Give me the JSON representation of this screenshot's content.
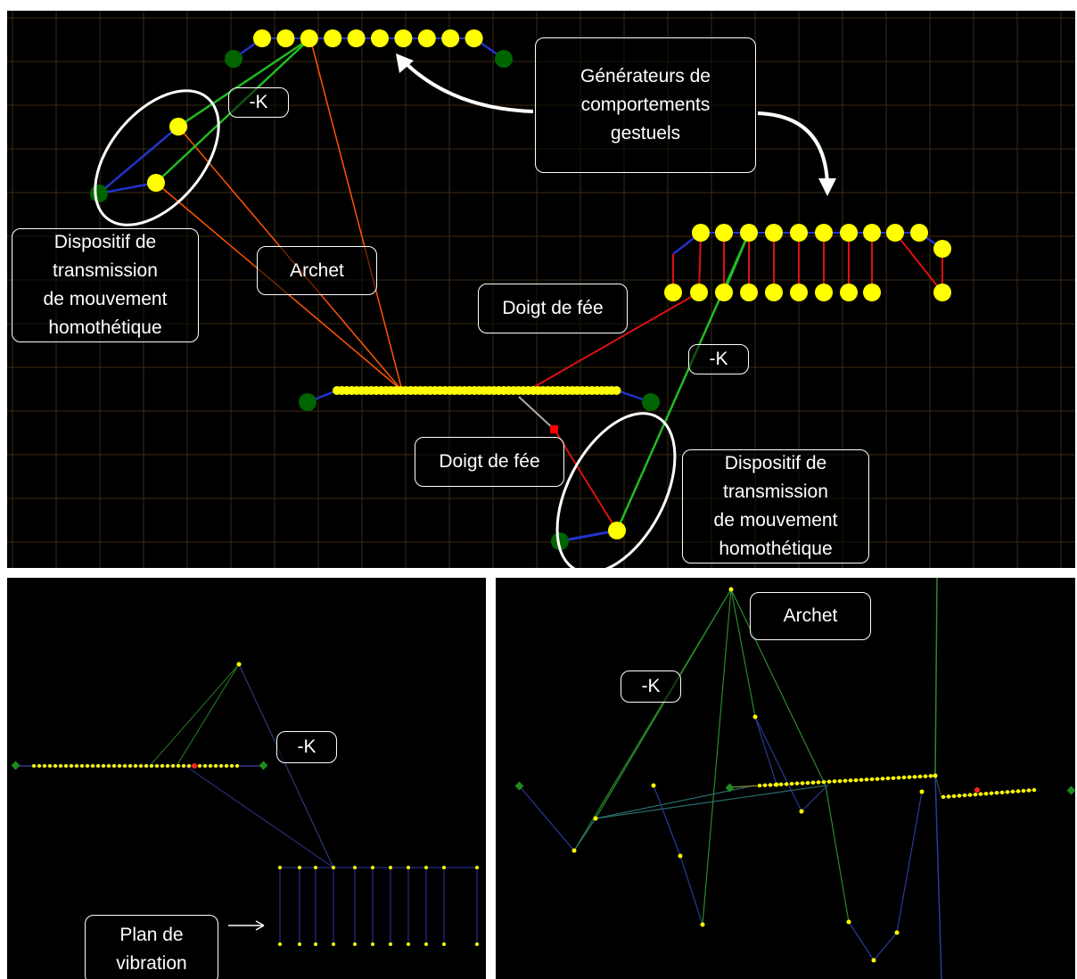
{
  "colors": {
    "background": "#000000",
    "grid": "#3d2a14",
    "mass": "#ffff00",
    "fixed_point": "#006400",
    "spring_blue": "#2233cc",
    "spring_green": "#22bb22",
    "link_orange": "#ff5500",
    "link_red": "#dd1111",
    "label_border": "#ffffff"
  },
  "top_panel": {
    "labels": {
      "generateurs": "Générateurs de\ncomportements\ngestuels",
      "minus_k_1": "-K",
      "minus_k_2": "-K",
      "archet": "Archet",
      "doigt_de_fee_1": "Doigt de fée",
      "doigt_de_fee_2": "Doigt de fée",
      "dispositif_1": "Dispositif de\ntransmission\nde mouvement\nhomothétique",
      "dispositif_2": "Dispositif de\ntransmission\nde mouvement\nhomothétique"
    },
    "icons": [
      "curved-arrow-icon",
      "curved-arrow-icon"
    ]
  },
  "bottom_left_panel": {
    "labels": {
      "minus_k": "-K",
      "plan_de_vibration": "Plan de\nvibration"
    },
    "icons": [
      "right-arrow-icon"
    ]
  },
  "bottom_right_panel": {
    "labels": {
      "archet": "Archet",
      "minus_k": "-K"
    }
  }
}
